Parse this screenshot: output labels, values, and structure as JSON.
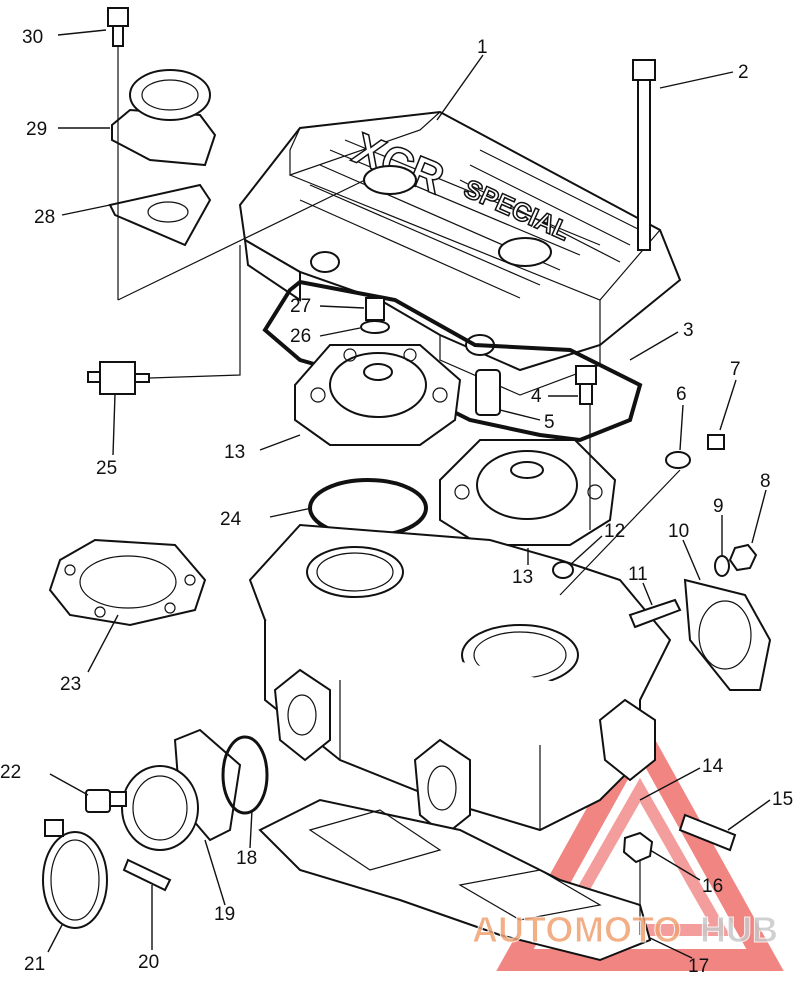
{
  "cover_text": {
    "brand": "XCR",
    "model": "SPECIAL"
  },
  "watermark": {
    "part1": "AUTO",
    "part2": "MOTO",
    "part3": "HUB",
    "color_primary": "#f0a070",
    "color_secondary": "#c8c8c8",
    "triangle_color": "#e8403c"
  },
  "callouts": [
    {
      "id": "c1",
      "label": "1"
    },
    {
      "id": "c2",
      "label": "2"
    },
    {
      "id": "c3",
      "label": "3"
    },
    {
      "id": "c4",
      "label": "4"
    },
    {
      "id": "c5",
      "label": "5"
    },
    {
      "id": "c6",
      "label": "6"
    },
    {
      "id": "c7",
      "label": "7"
    },
    {
      "id": "c8",
      "label": "8"
    },
    {
      "id": "c9",
      "label": "9"
    },
    {
      "id": "c10",
      "label": "10"
    },
    {
      "id": "c11",
      "label": "11"
    },
    {
      "id": "c12",
      "label": "12"
    },
    {
      "id": "c13a",
      "label": "13"
    },
    {
      "id": "c13b",
      "label": "13"
    },
    {
      "id": "c14",
      "label": "14"
    },
    {
      "id": "c15",
      "label": "15"
    },
    {
      "id": "c16",
      "label": "16"
    },
    {
      "id": "c17",
      "label": "17"
    },
    {
      "id": "c18",
      "label": "18"
    },
    {
      "id": "c19",
      "label": "19"
    },
    {
      "id": "c20",
      "label": "20"
    },
    {
      "id": "c21",
      "label": "21"
    },
    {
      "id": "c22",
      "label": "22"
    },
    {
      "id": "c23",
      "label": "23"
    },
    {
      "id": "c24",
      "label": "24"
    },
    {
      "id": "c25",
      "label": "25"
    },
    {
      "id": "c26",
      "label": "26"
    },
    {
      "id": "c27",
      "label": "27"
    },
    {
      "id": "c28",
      "label": "28"
    },
    {
      "id": "c29",
      "label": "29"
    },
    {
      "id": "c30",
      "label": "30"
    }
  ]
}
